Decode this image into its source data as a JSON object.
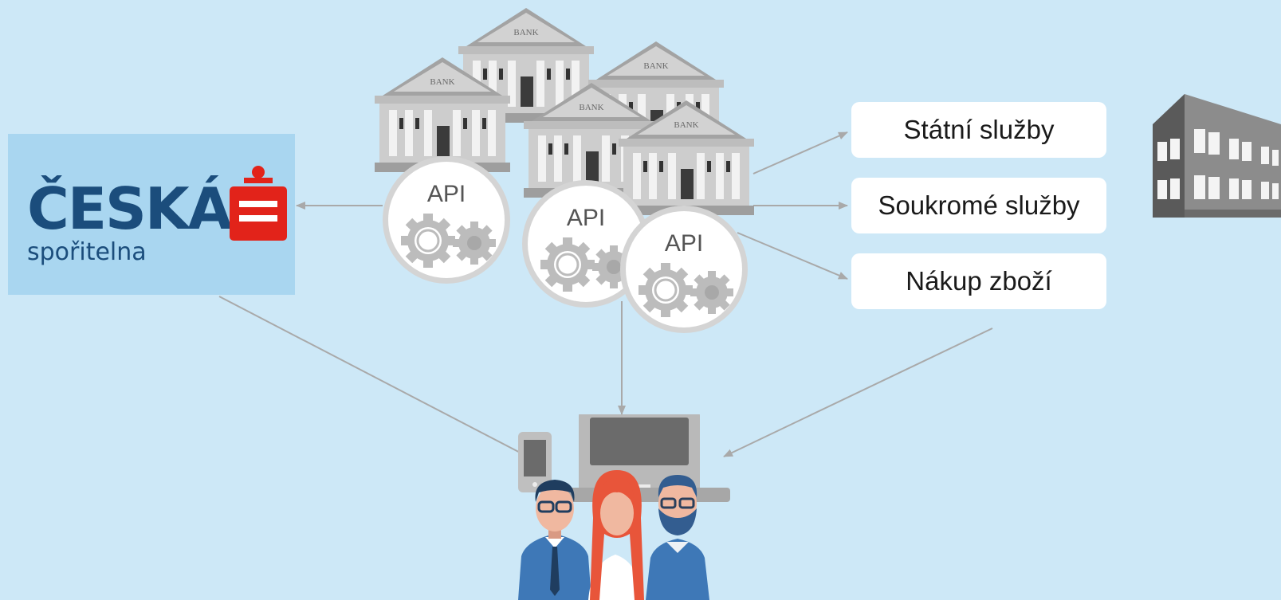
{
  "logo": {
    "name_line1": "ČESKÁ",
    "name_line2": "spořitelna",
    "brand_colors": {
      "text": "#1b4d7c",
      "mark": "#e2231a",
      "panel": "#a9d6f0"
    }
  },
  "api_nodes": [
    {
      "label": "API"
    },
    {
      "label": "API"
    },
    {
      "label": "API"
    }
  ],
  "services": [
    {
      "label": "Státní služby"
    },
    {
      "label": "Soukromé služby"
    },
    {
      "label": "Nákup zboží"
    }
  ],
  "bank_sign": "BANK",
  "icons": [
    "bank-building-icon",
    "gears-icon",
    "office-building-icon",
    "devices-icon",
    "users-group-icon"
  ],
  "colors": {
    "background": "#cde8f7",
    "arrow": "#a9a9a9",
    "service_box": "#ffffff"
  }
}
